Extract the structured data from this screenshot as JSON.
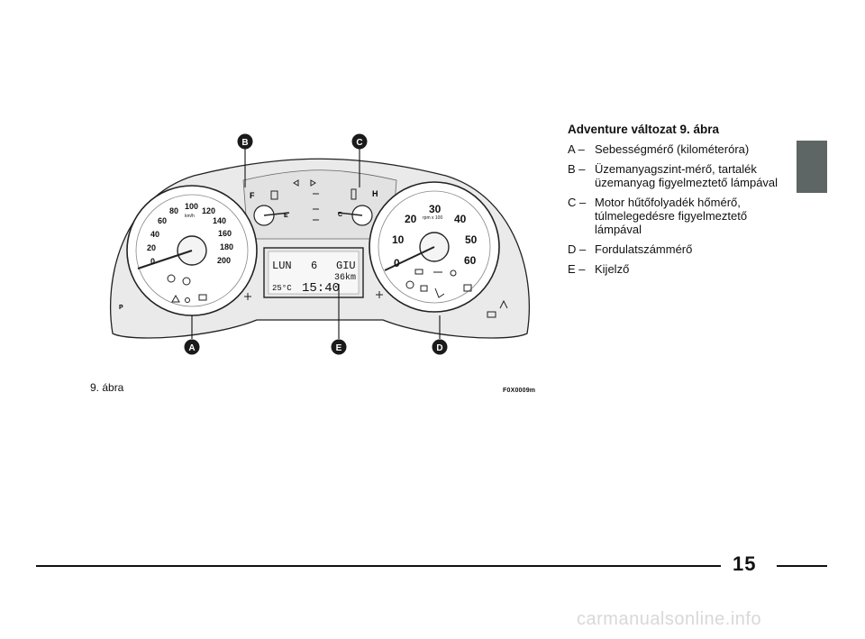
{
  "sidebar": {
    "title": "Adventure változat 9. ábra",
    "items": [
      {
        "key": "A –",
        "text": "Sebességmérő (kilométeróra)"
      },
      {
        "key": "B –",
        "text": "Üzemanyagszint-mérő, tartalék üzemanyag figyelmeztető lámpával"
      },
      {
        "key": "C –",
        "text": "Motor hűtőfolyadék hőmérő, túlmelegedésre figyelmeztető lámpával"
      },
      {
        "key": "D –",
        "text": "Fordulatszámmérő"
      },
      {
        "key": "E –",
        "text": "Kijelző"
      }
    ]
  },
  "figure": {
    "caption": "9. ábra",
    "code": "F0X0009m",
    "callouts": {
      "a": "A",
      "b": "B",
      "c": "C",
      "d": "D",
      "e": "E"
    },
    "speedometer": {
      "labels": [
        "0",
        "20",
        "40",
        "60",
        "80",
        "100",
        "120",
        "140",
        "160",
        "180",
        "200"
      ],
      "unit": "km/h"
    },
    "tachometer": {
      "labels": [
        "0",
        "10",
        "20",
        "30",
        "40",
        "50",
        "60"
      ],
      "unit": "rpm x 100"
    },
    "fuel_gauge": {
      "full": "F",
      "empty": "E"
    },
    "temp_gauge": {
      "hot": "H",
      "cold": "C"
    },
    "display": {
      "day": "LUN",
      "date": "6",
      "month": "GIU",
      "odometer": "36km",
      "temp": "25°C",
      "time": "15:40"
    },
    "tab_icon": "P"
  },
  "page_number": "15",
  "watermark": "carmanualsonline.info",
  "colors": {
    "thumb_tab": "#5d6664",
    "callout_fill": "#1a1a1a"
  }
}
